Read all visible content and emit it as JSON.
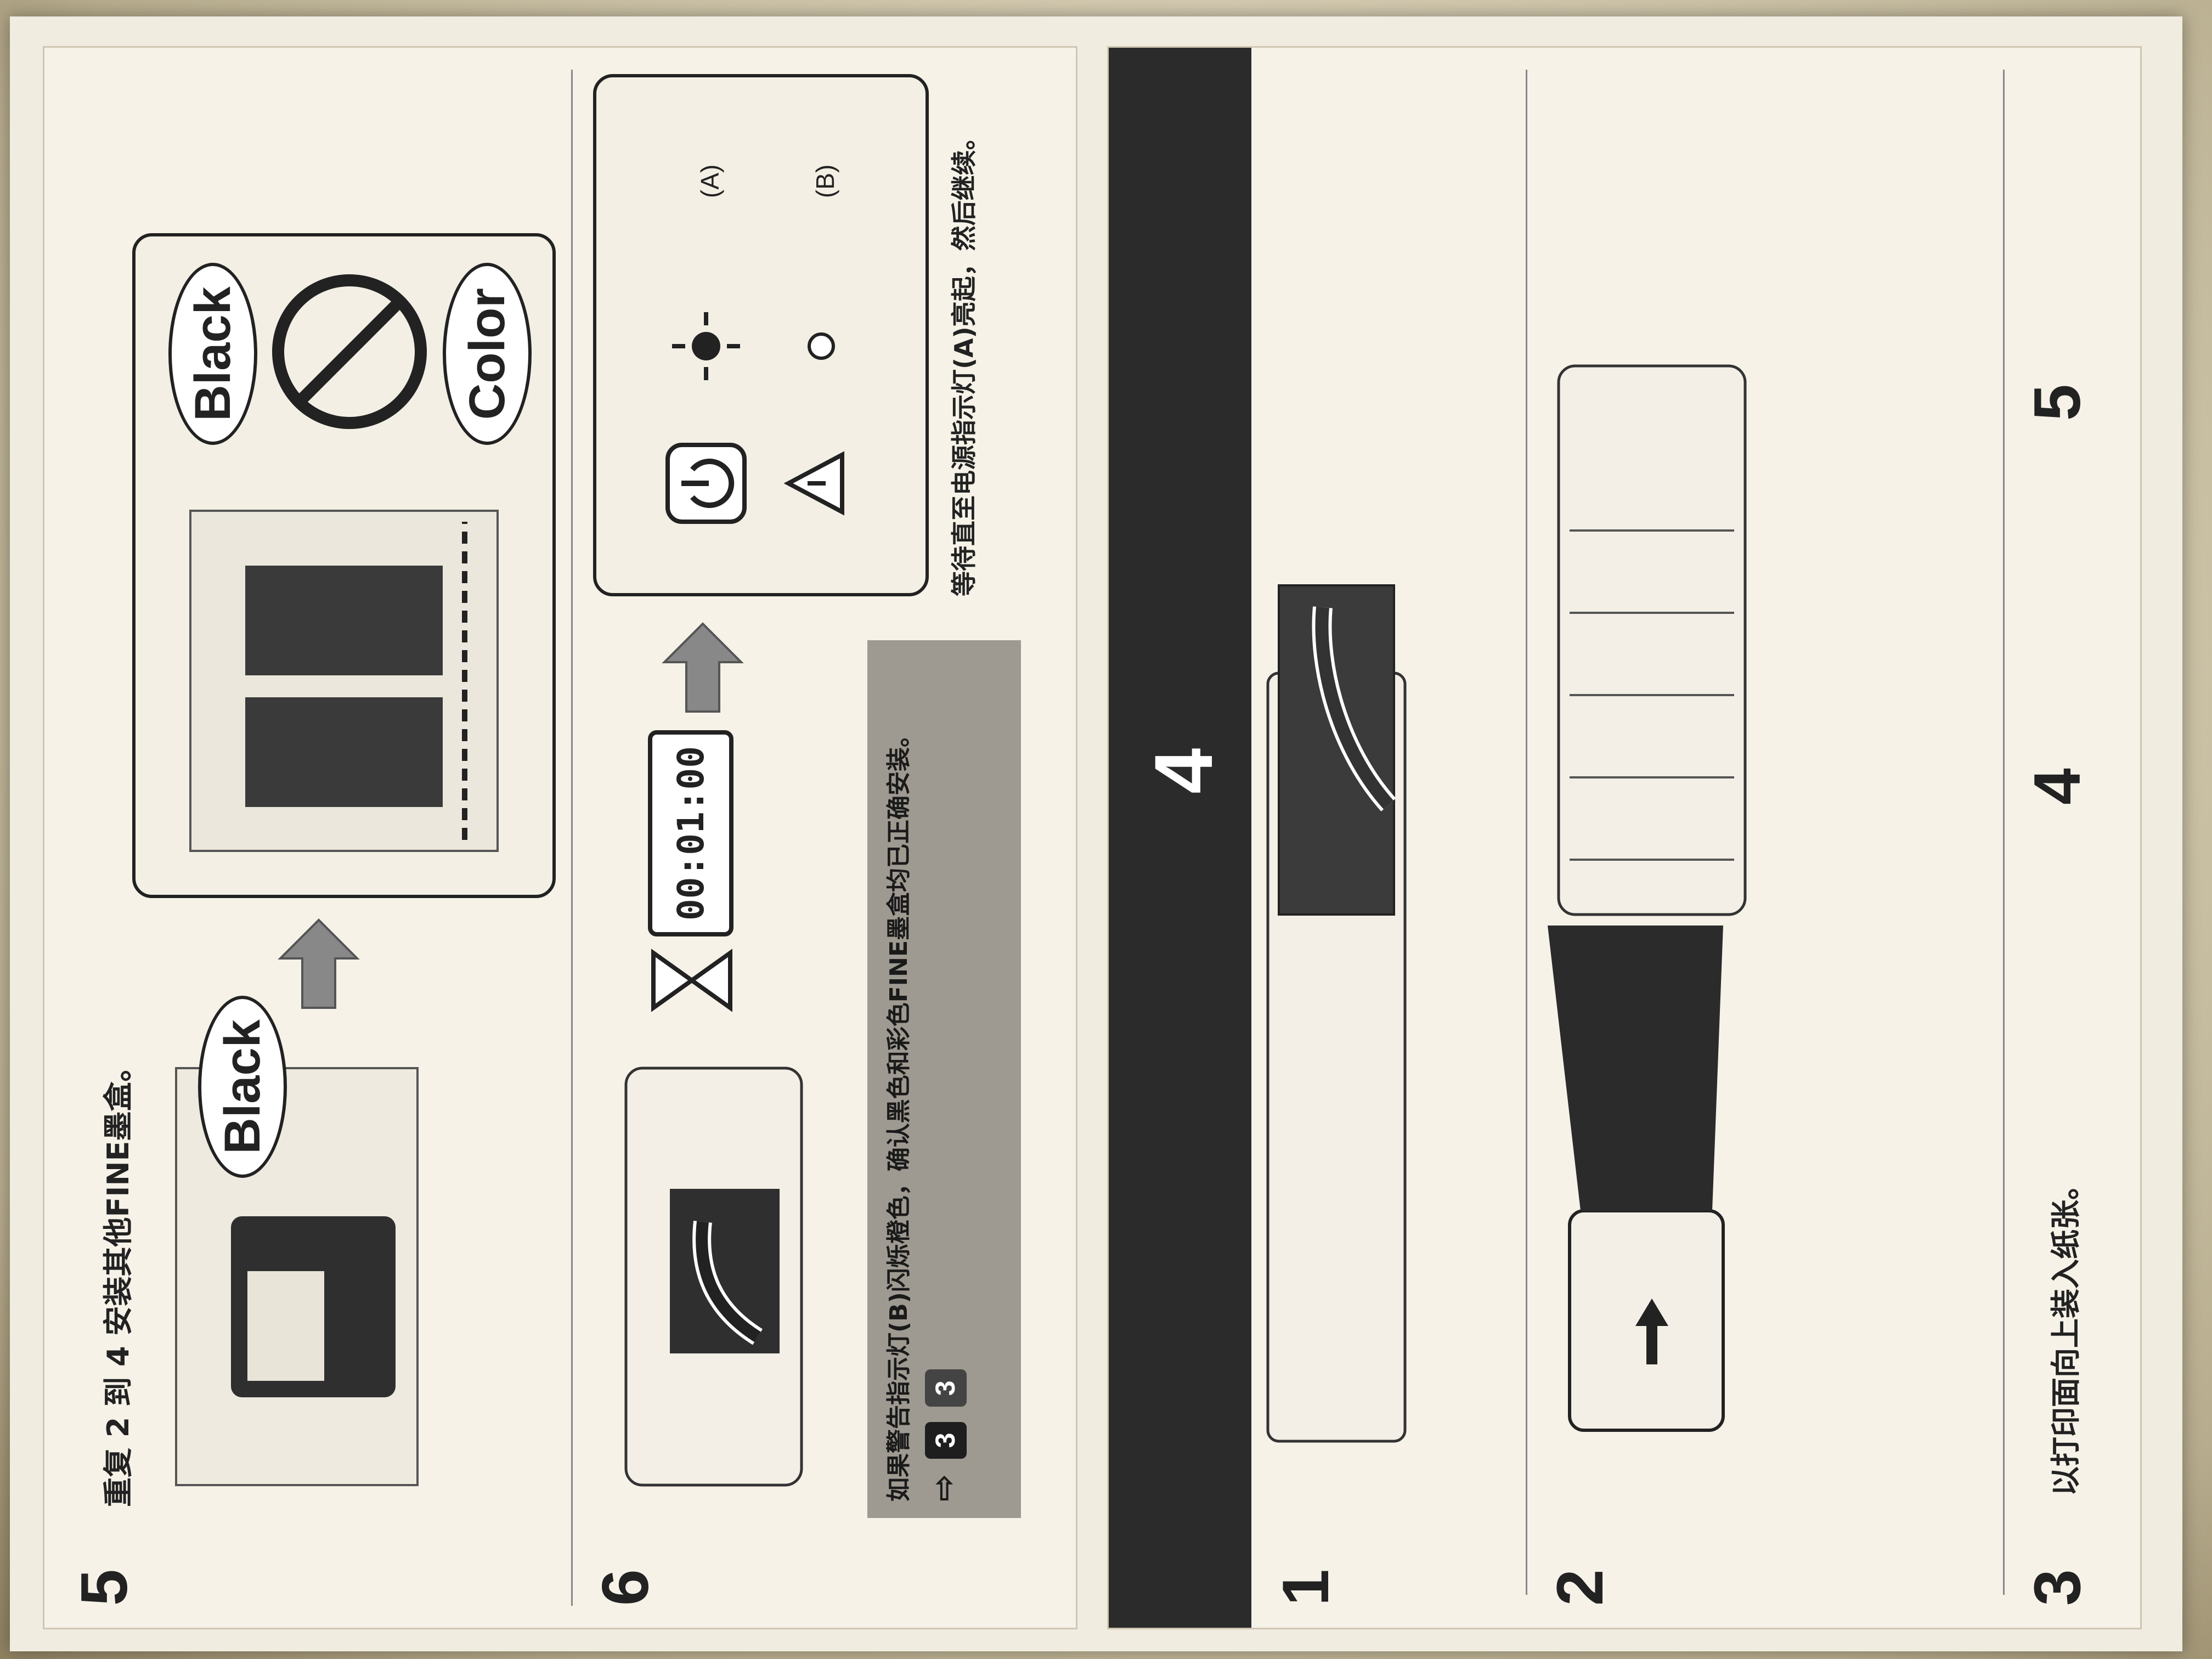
{
  "left_page": {
    "step_number": "4",
    "substeps": [
      {
        "num": "1",
        "caption": ""
      },
      {
        "num": "2",
        "caption": ""
      },
      {
        "num": "3",
        "caption": "以打印面向上装入纸张。"
      },
      {
        "num": "4",
        "caption": ""
      },
      {
        "num": "5",
        "caption": ""
      }
    ]
  },
  "right_page": {
    "step5": {
      "num": "5",
      "caption": "重复 2 到 4 安装其他FINE墨盒。",
      "label_black_1": "Black",
      "label_black_2": "Black",
      "label_color": "Color"
    },
    "step6": {
      "num": "6",
      "timer": "00:01:00",
      "label_a": "(A)",
      "label_b": "(B)",
      "caption": "等待直至电源指示灯(A)亮起，然后继续。"
    },
    "note": {
      "text": "如果警告指示灯(B)闪烁橙色，确认黑色和彩色FINE墨盒均已正确安装。",
      "ref_arrow": "⇨",
      "ref_badge_1": "3",
      "ref_badge_2": "3"
    }
  },
  "colors": {
    "ink": "#222222",
    "paper": "#f6f2e8",
    "band": "#2b2b2b",
    "note_bg": "#9f9a91"
  }
}
